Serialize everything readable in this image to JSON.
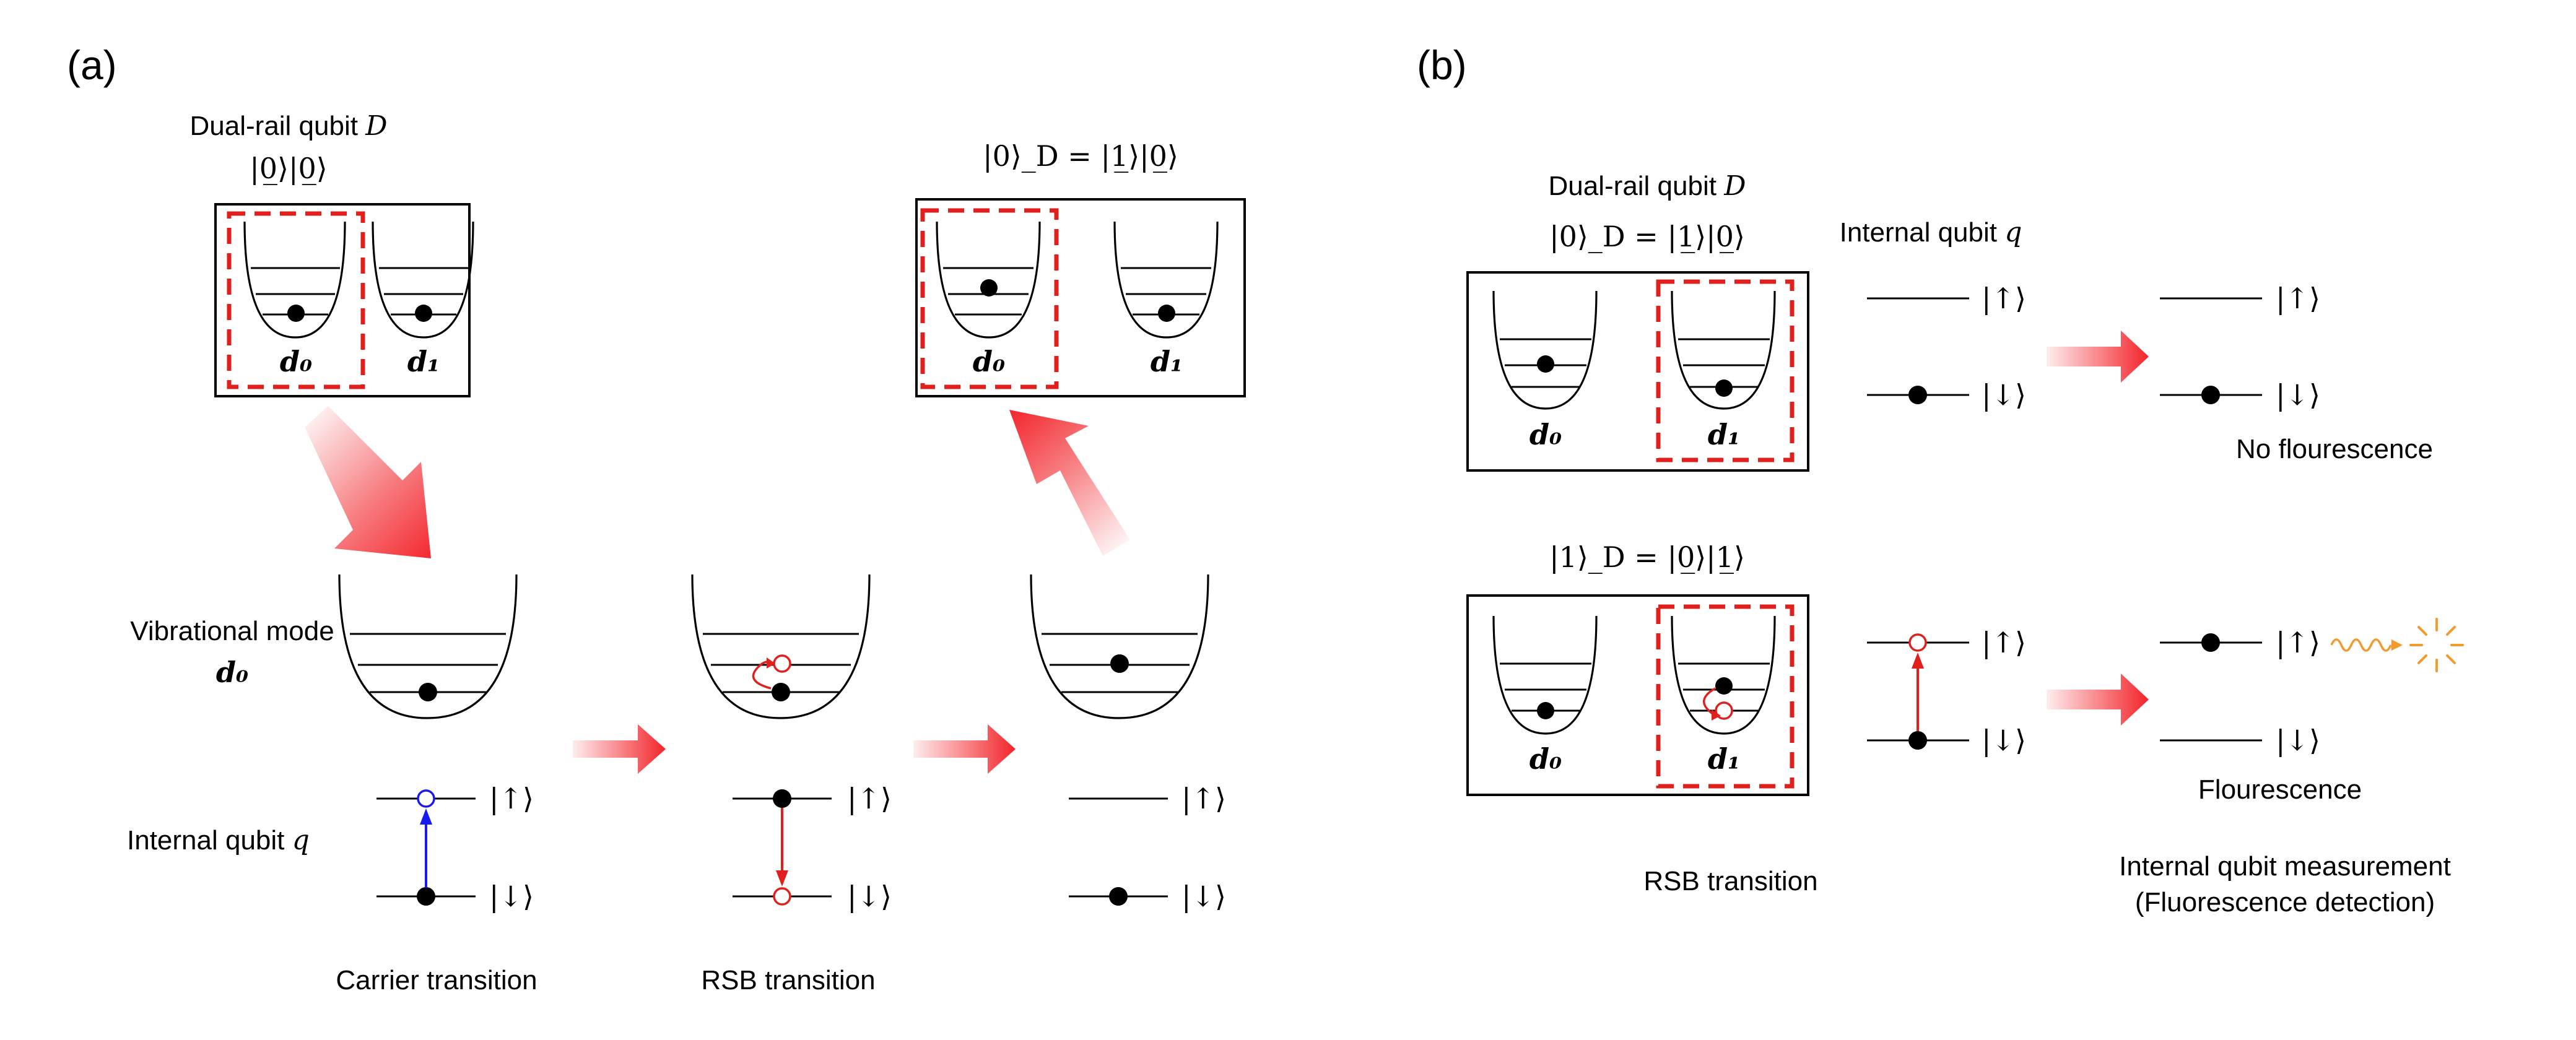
{
  "panels": {
    "a": {
      "panel_label": "(a)",
      "top_left": {
        "title_text": "Dual-rail qubit ",
        "title_var": "D",
        "state": "|0̲⟩|0̲⟩",
        "mode_left": "d₀",
        "mode_right": "d₁"
      },
      "top_right": {
        "state": "|0⟩_D = |1̲⟩|0̲⟩",
        "mode_left": "d₀",
        "mode_right": "d₁"
      },
      "vib_label_line1": "Vibrational mode",
      "vib_label_line2": "d₀",
      "internal_label_text": "Internal qubit ",
      "internal_label_var": "q",
      "ket_up": "|↑⟩",
      "ket_down": "|↓⟩",
      "step1_caption": "Carrier transition",
      "step2_caption": "RSB transition"
    },
    "b": {
      "panel_label": "(b)",
      "title_text": "Dual-rail qubit ",
      "title_var": "D",
      "state0": "|0⟩_D = |1̲⟩|0̲⟩",
      "state1": "|1⟩_D = |0̲⟩|1̲⟩",
      "internal_label_text": "Internal qubit ",
      "internal_label_var": "q",
      "mode_left": "d₀",
      "mode_right": "d₁",
      "ket_up": "|↑⟩",
      "ket_down": "|↓⟩",
      "no_fluor": "No flourescence",
      "fluor": "Flourescence",
      "rsb_caption": "RSB transition",
      "measure_line1": "Internal qubit measurement",
      "measure_line2": "(Fluorescence detection)"
    }
  },
  "colors": {
    "ink": "#000000",
    "dashed_box": "#e0201c",
    "arrow_red": "#f2242a",
    "carrier_blue": "#1a1aee",
    "rsb_red": "#e0201c",
    "photon_orange": "#f39a2d"
  }
}
